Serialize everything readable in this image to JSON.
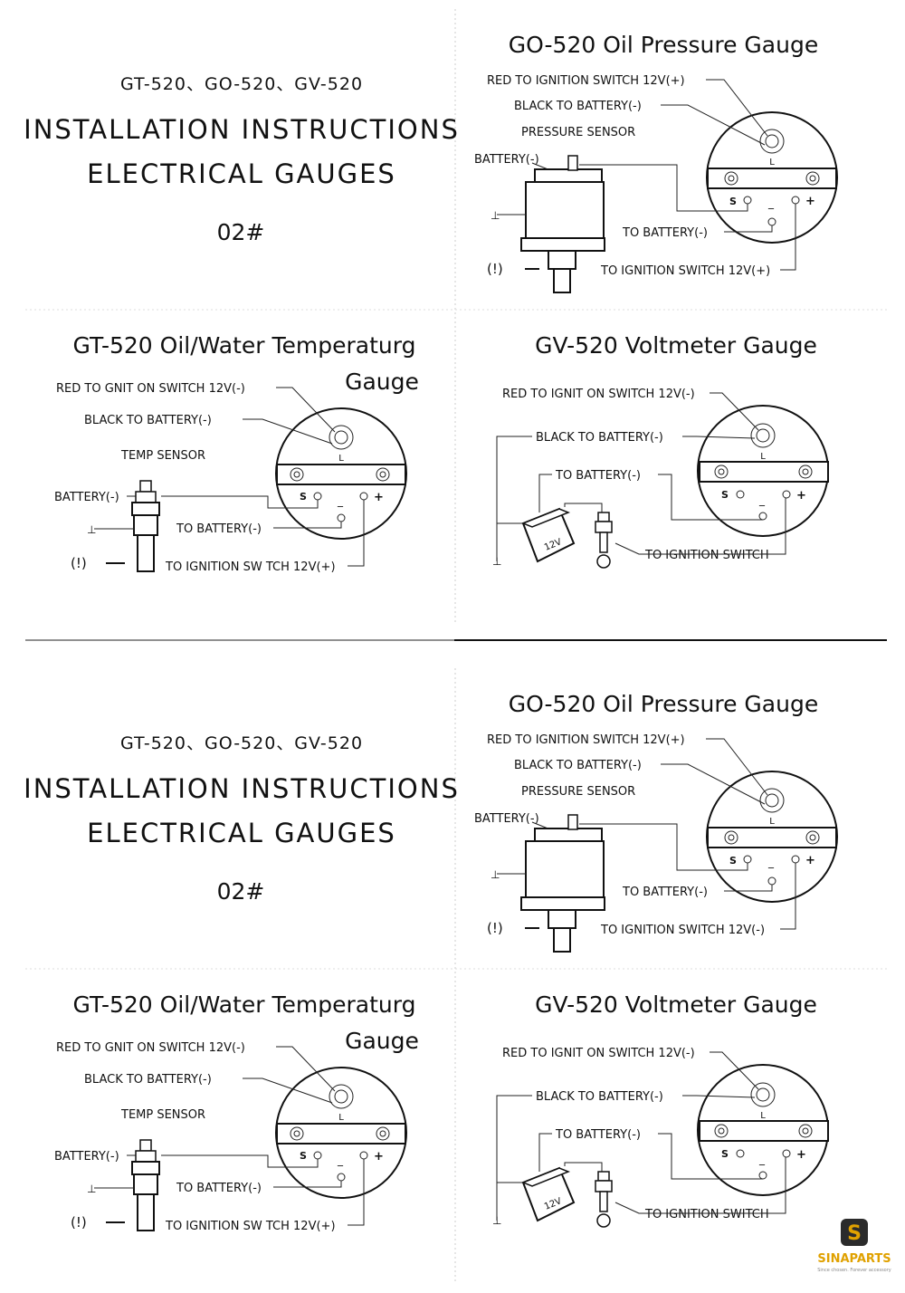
{
  "sheets": [
    {
      "header": {
        "models": "GT-520、GO-520、GV-520",
        "title_line1": "INSTALLATION INSTRUCTIONS",
        "title_line2": "ELECTRICAL GAUGES",
        "code": "02#"
      },
      "oil_pressure": {
        "title": "GO-520  Oil Pressure Gauge",
        "red_wire": "RED TO IGNITION SWITCH 12V(+)",
        "black_wire": "BLACK TO BATTERY(-)",
        "sensor": "PRESSURE SENSOR",
        "battery": "BATTERY(-)",
        "to_battery": "TO BATTERY(-)",
        "to_ignition": "TO IGNITION SWITCH 12V(+)",
        "warning": "(!)",
        "terminal_s": "S",
        "terminal_minus": "_",
        "terminal_plus": "+",
        "lamp": "L"
      },
      "temperature": {
        "title_line1": "GT-520  Oil/Water Temperaturg",
        "title_line2": "Gauge",
        "red_wire": "RED TO  GNIT ON SWITCH 12V(-)",
        "black_wire": "BLACK TO BATTERY(-)",
        "sensor": "TEMP SENSOR",
        "battery": "BATTERY(-)",
        "to_battery": "TO BATTERY(-)",
        "to_ignition": "TO IGNITION SW TCH 12V(+)",
        "warning": "(!)",
        "terminal_s": "S",
        "terminal_minus": "_",
        "terminal_plus": "+",
        "lamp": "L"
      },
      "voltmeter": {
        "title": "GV-520   Voltmeter Gauge",
        "red_wire": "RED TO IGNIT ON SWITCH 12V(-)",
        "black_wire": "BLACK TO BATTERY(-)",
        "to_battery": "TO BATTERY(-)",
        "to_ignition": "TO IGNITION SWITCH",
        "battery_label": "12V",
        "terminal_s": "S",
        "terminal_minus": "_",
        "terminal_plus": "+",
        "lamp": "L"
      }
    },
    {
      "header": {
        "models": "GT-520、GO-520、GV-520",
        "title_line1": "INSTALLATION INSTRUCTIONS",
        "title_line2": "ELECTRICAL GAUGES",
        "code": "02#"
      },
      "oil_pressure": {
        "title": "GO-520  Oil Pressure Gauge",
        "red_wire": "RED TO IGNITION SWITCH 12V(+)",
        "black_wire": "BLACK TO BATTERY(-)",
        "sensor": "PRESSURE SENSOR",
        "battery": "BATTERY(-)",
        "to_battery": "TO BATTERY(-)",
        "to_ignition": "TO IGNITION SWITCH 12V(-)",
        "warning": "(!)",
        "terminal_s": "S",
        "terminal_minus": "_",
        "terminal_plus": "+",
        "lamp": "L"
      },
      "temperature": {
        "title_line1": "GT-520  Oil/Water Temperaturg",
        "title_line2": "Gauge",
        "red_wire": "RED TO  GNIT ON SWITCH 12V(-)",
        "black_wire": "BLACK TO BATTERY(-)",
        "sensor": "TEMP SENSOR",
        "battery": "BATTERY(-)",
        "to_battery": "TO BATTERY(-)",
        "to_ignition": "TO IGNITION SW TCH 12V(+)",
        "warning": "(!)",
        "terminal_s": "S",
        "terminal_minus": "_",
        "terminal_plus": "+",
        "lamp": "L"
      },
      "voltmeter": {
        "title": "GV-520   Voltmeter Gauge",
        "red_wire": "RED TO IGNIT ON SWITCH 12V(-)",
        "black_wire": "BLACK TO BATTERY(-)",
        "to_battery": "TO BATTERY(-)",
        "to_ignition": "TO IGNITION SWITCH",
        "battery_label": "12V",
        "terminal_s": "S",
        "terminal_minus": "_",
        "terminal_plus": "+",
        "lamp": "L"
      }
    }
  ],
  "watermark": {
    "brand": "SINAPARTS",
    "tagline": "Since chosen. Forever accessory",
    "accent_color": "#e0a100"
  }
}
